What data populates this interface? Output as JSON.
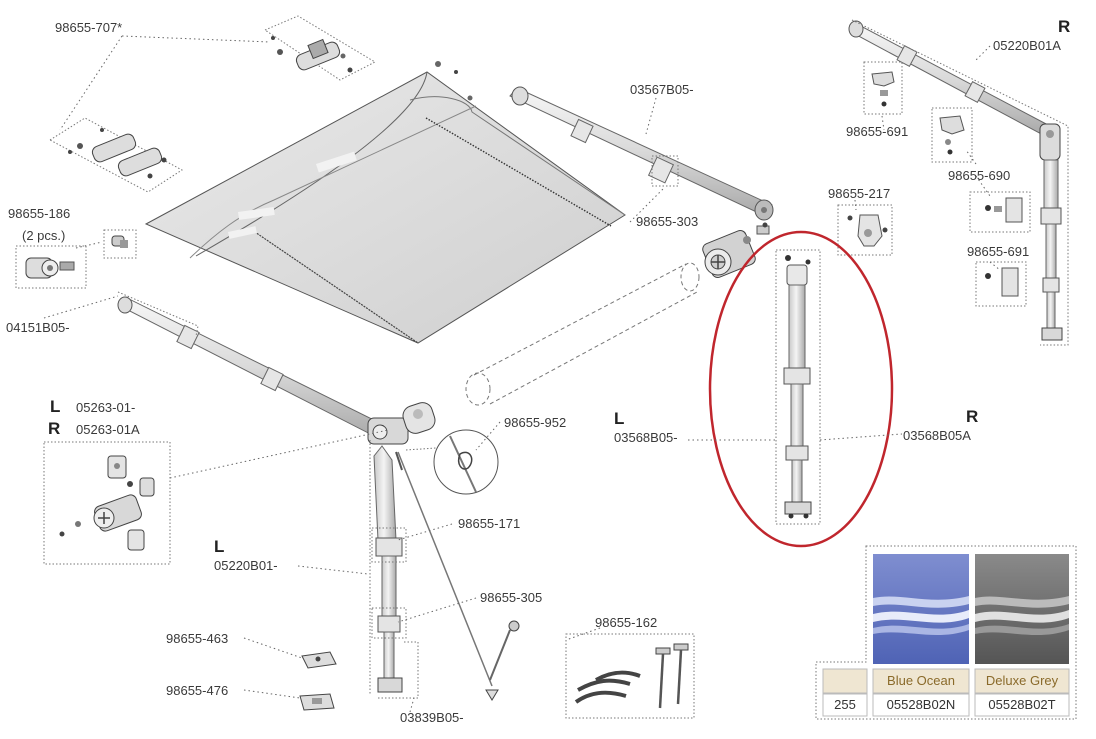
{
  "labels": {
    "p98655_707": "98655-707*",
    "p03567B05": "03567B05-",
    "p05220B01A": "05220B01A",
    "p98655_691_top": "98655-691",
    "p98655_217": "98655-217",
    "p98655_690": "98655-690",
    "p98655_691_bottom": "98655-691",
    "p98655_303": "98655-303",
    "p98655_186": "98655-186",
    "p2pcs": "(2 pcs.)",
    "p04151B05": "04151B05-",
    "p05263_01": "05263-01-",
    "p05263_01A": "05263-01A",
    "p98655_952": "98655-952",
    "p03568B05": "03568B05-",
    "p03568B05A": "03568B05A",
    "p98655_171": "98655-171",
    "p05220B01": "05220B01-",
    "p98655_305": "98655-305",
    "p98655_162": "98655-162",
    "p98655_463": "98655-463",
    "p98655_476": "98655-476",
    "p03839B05": "03839B05-"
  },
  "sides": {
    "r_top": "R",
    "l_05263": "L",
    "r_05263": "R",
    "l_03568": "L",
    "r_03568": "R",
    "l_05220": "L"
  },
  "swatches": {
    "code_header": "255",
    "blue_name": "Blue Ocean",
    "grey_name": "Deluxe Grey",
    "blue_code": "05528B02N",
    "grey_code": "05528B02T"
  },
  "colors": {
    "highlight_ring": "#c0262d",
    "blue_fabric": "#5f74bf",
    "grey_fabric": "#707070",
    "swatch_header": "#efe6d2"
  }
}
